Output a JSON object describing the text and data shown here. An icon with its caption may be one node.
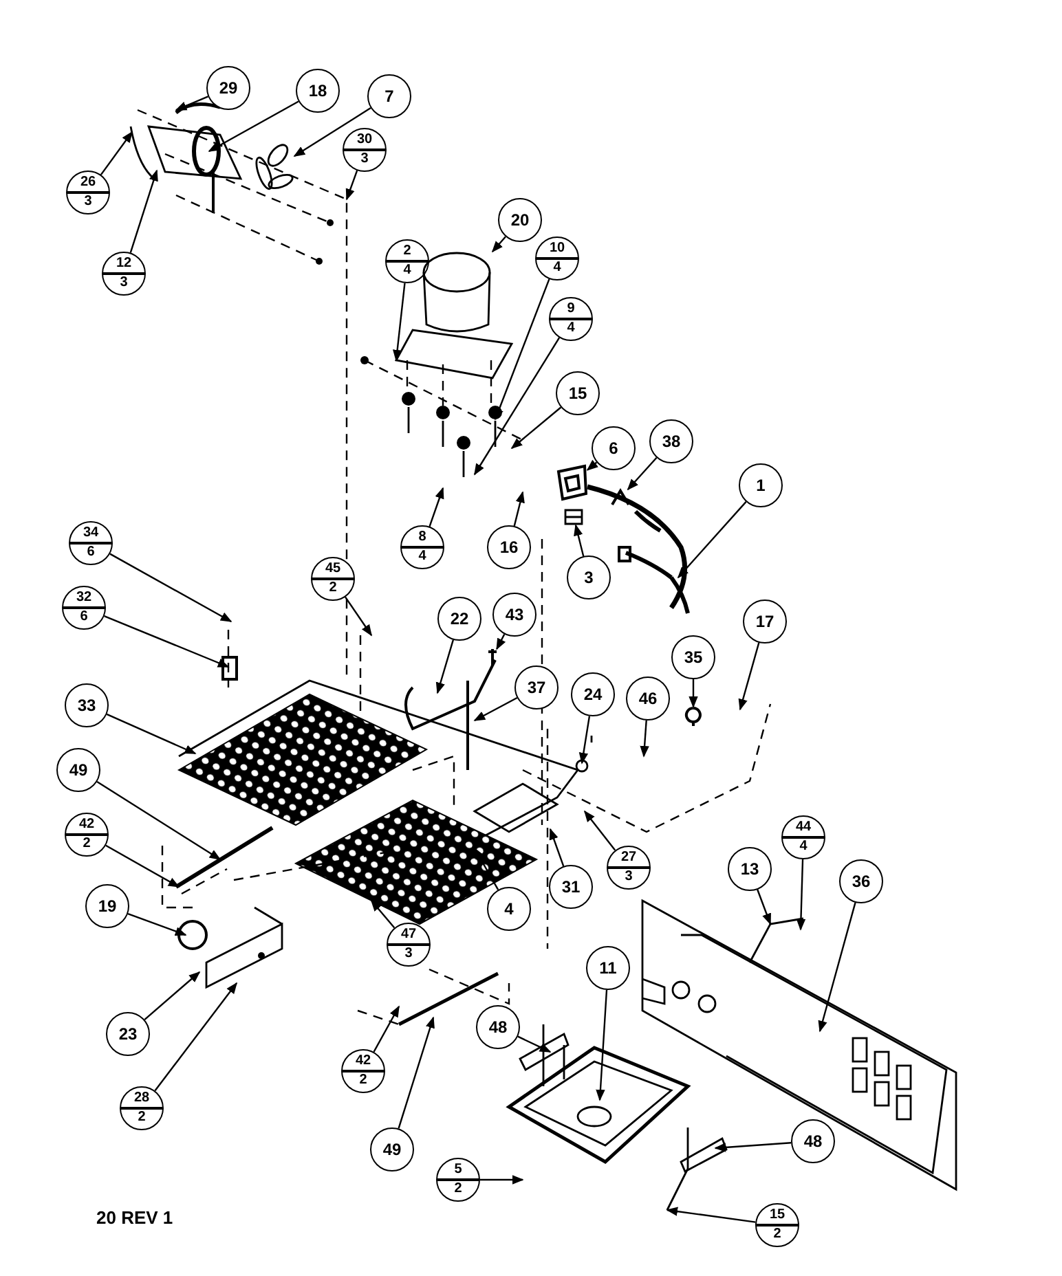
{
  "diagram": {
    "nodes": [
      {
        "text": [
          "29"
        ]
      },
      {
        "text": [
          "18"
        ]
      },
      {
        "text": [
          "7"
        ]
      },
      {
        "text": [
          "30",
          "3"
        ]
      },
      {
        "text": [
          "26",
          "3"
        ]
      },
      {
        "text": [
          "12",
          "3"
        ]
      },
      {
        "text": [
          "20"
        ]
      },
      {
        "text": [
          "2",
          "4"
        ]
      },
      {
        "text": [
          "10",
          "4"
        ]
      },
      {
        "text": [
          "9",
          "4"
        ]
      },
      {
        "text": [
          "15"
        ]
      },
      {
        "text": [
          "6"
        ]
      },
      {
        "text": [
          "38"
        ]
      },
      {
        "text": [
          "1"
        ]
      },
      {
        "text": [
          "8",
          "4"
        ]
      },
      {
        "text": [
          "16"
        ]
      },
      {
        "text": [
          "3"
        ]
      },
      {
        "text": [
          "34",
          "6"
        ]
      },
      {
        "text": [
          "45",
          "2"
        ]
      },
      {
        "text": [
          "32",
          "6"
        ]
      },
      {
        "text": [
          "22"
        ]
      },
      {
        "text": [
          "43"
        ]
      },
      {
        "text": [
          "37"
        ]
      },
      {
        "text": [
          "35"
        ]
      },
      {
        "text": [
          "17"
        ]
      },
      {
        "text": [
          "24"
        ]
      },
      {
        "text": [
          "46"
        ]
      },
      {
        "text": [
          "33"
        ]
      },
      {
        "text": [
          "49"
        ]
      },
      {
        "text": [
          "42",
          "2"
        ]
      },
      {
        "text": [
          "27",
          "3"
        ]
      },
      {
        "text": [
          "31"
        ]
      },
      {
        "text": [
          "4"
        ]
      },
      {
        "text": [
          "19"
        ]
      },
      {
        "text": [
          "47",
          "3"
        ]
      },
      {
        "text": [
          "44",
          "4"
        ]
      },
      {
        "text": [
          "13"
        ]
      },
      {
        "text": [
          "36"
        ]
      },
      {
        "text": [
          "23"
        ]
      },
      {
        "text": [
          "11"
        ]
      },
      {
        "text": [
          "28",
          "2"
        ]
      },
      {
        "text": [
          "48"
        ]
      },
      {
        "text": [
          "42",
          "2"
        ]
      },
      {
        "text": [
          "5",
          "2"
        ]
      },
      {
        "text": [
          "49"
        ]
      },
      {
        "text": [
          "48"
        ]
      },
      {
        "text": [
          "15",
          "2"
        ]
      },
      {
        "text": [],
        "shape": "picture"
      },
      {
        "text": [],
        "shape": "picture"
      },
      {
        "text": [],
        "shape": "picture"
      },
      {
        "text": [],
        "shape": "picture"
      },
      {
        "text": [],
        "shape": "picture"
      },
      {
        "text": [],
        "shape": "picture"
      },
      {
        "text": [],
        "shape": "picture"
      }
    ],
    "edges": [
      {
        "from": 0,
        "to": null,
        "arrow": "to"
      },
      {
        "from": 1,
        "to": null,
        "arrow": "to"
      },
      {
        "from": 2,
        "to": 47,
        "arrow": "to"
      },
      {
        "from": 3,
        "to": null,
        "arrow": "to"
      },
      {
        "from": 4,
        "to": null,
        "arrow": "to"
      },
      {
        "from": 5,
        "to": null,
        "arrow": "to"
      },
      {
        "from": 6,
        "to": 48,
        "arrow": "to"
      },
      {
        "from": 7,
        "to": null,
        "arrow": "to"
      },
      {
        "from": 8,
        "to": null,
        "arrow": "to"
      },
      {
        "from": 9,
        "to": null,
        "arrow": "to"
      },
      {
        "from": 10,
        "to": null,
        "arrow": "to"
      },
      {
        "from": 11,
        "to": 49,
        "arrow": "to"
      },
      {
        "from": 12,
        "to": 50,
        "arrow": "to"
      },
      {
        "from": 13,
        "to": null,
        "arrow": "to"
      },
      {
        "from": 14,
        "to": null,
        "arrow": "to"
      },
      {
        "from": 15,
        "to": null,
        "arrow": "to"
      },
      {
        "from": 16,
        "to": 51,
        "arrow": "to"
      },
      {
        "from": 17,
        "to": null,
        "arrow": "to"
      },
      {
        "from": 18,
        "to": null,
        "arrow": "to"
      },
      {
        "from": 19,
        "to": null,
        "arrow": "to"
      },
      {
        "from": 20,
        "to": null,
        "arrow": "to"
      },
      {
        "from": 21,
        "to": 52,
        "arrow": "to"
      },
      {
        "from": 22,
        "to": null,
        "arrow": "to"
      },
      {
        "from": 23,
        "to": 53,
        "arrow": "to"
      },
      {
        "from": 24,
        "to": null,
        "arrow": "to"
      },
      {
        "from": 25,
        "to": null,
        "arrow": "to"
      },
      {
        "from": 26,
        "to": null,
        "arrow": "to"
      },
      {
        "from": 27,
        "to": null,
        "arrow": "to"
      },
      {
        "from": 28,
        "to": null,
        "arrow": "to"
      },
      {
        "from": 29,
        "to": null,
        "arrow": "to"
      },
      {
        "from": 30,
        "to": null,
        "arrow": "to"
      },
      {
        "from": 31,
        "to": null,
        "arrow": "to"
      },
      {
        "from": 32,
        "to": null,
        "arrow": "to"
      },
      {
        "from": 33,
        "to": null,
        "arrow": "to"
      },
      {
        "from": 34,
        "to": null,
        "arrow": "to"
      },
      {
        "from": 35,
        "to": null,
        "arrow": "to"
      },
      {
        "from": 36,
        "to": null,
        "arrow": "to"
      },
      {
        "from": 37,
        "to": null,
        "arrow": "to"
      },
      {
        "from": 38,
        "to": null,
        "arrow": "to"
      },
      {
        "from": 39,
        "to": null,
        "arrow": "to"
      },
      {
        "from": 40,
        "to": null,
        "arrow": "to"
      },
      {
        "from": 41,
        "to": null,
        "arrow": "to"
      },
      {
        "from": 42,
        "to": null,
        "arrow": "to"
      },
      {
        "from": 43,
        "to": null,
        "arrow": "to"
      },
      {
        "from": 44,
        "to": null,
        "arrow": "to"
      },
      {
        "from": 45,
        "to": null,
        "arrow": "to"
      },
      {
        "from": 46,
        "to": null,
        "arrow": "to"
      }
    ],
    "labels": [
      "20 REV 1"
    ]
  }
}
